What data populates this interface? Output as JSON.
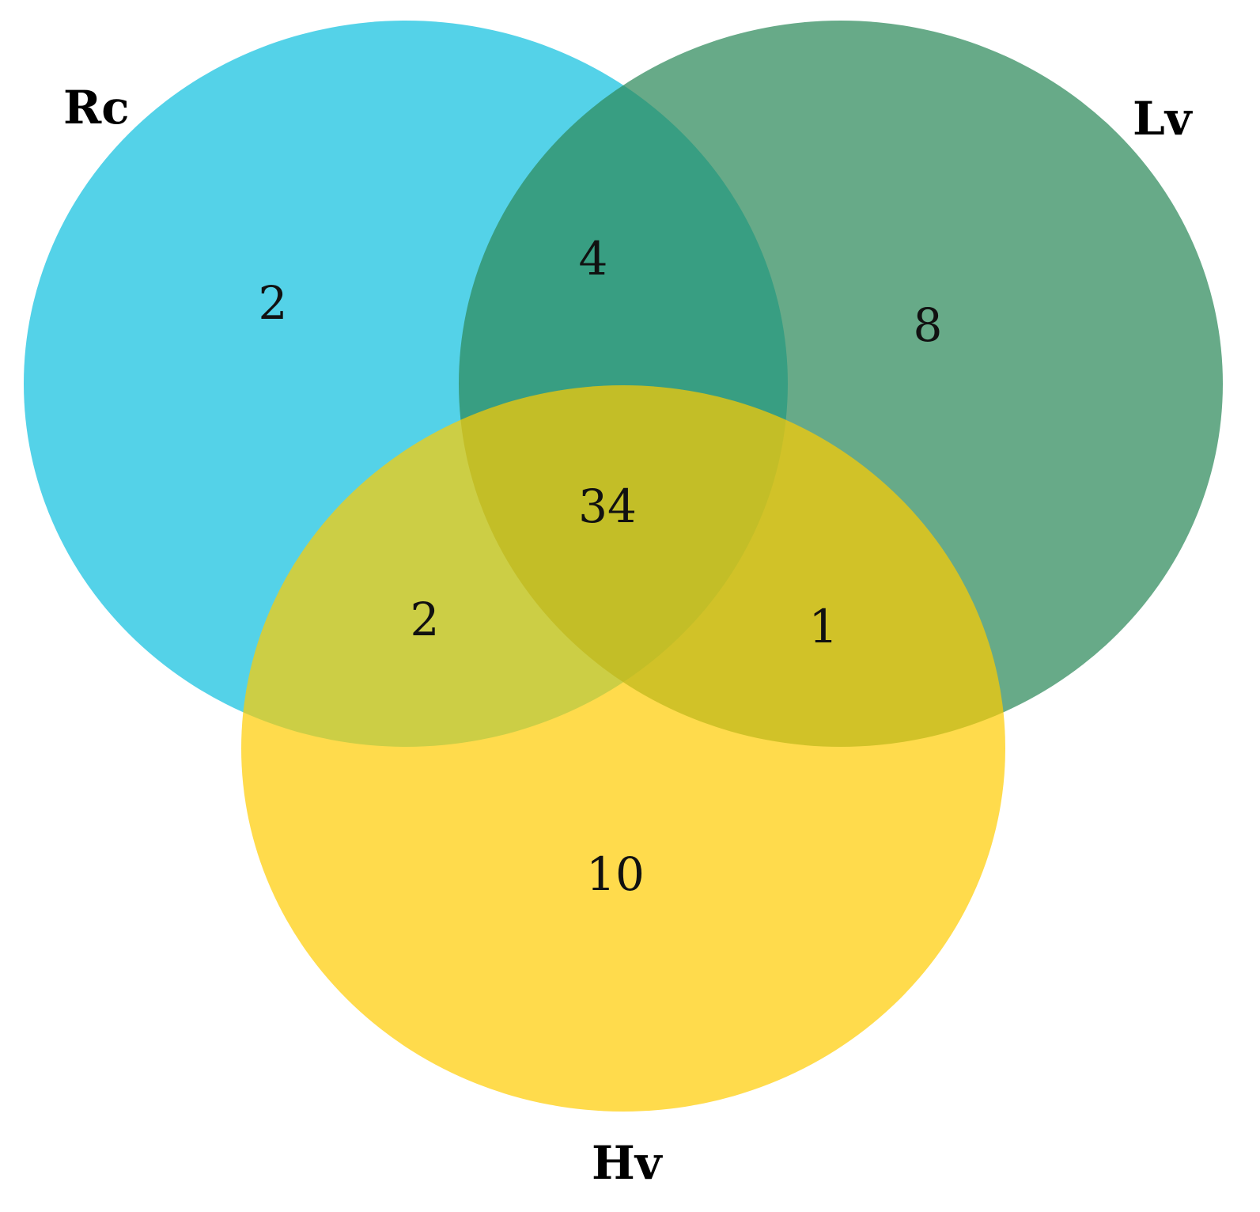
{
  "sets": [
    {
      "id": "rc",
      "label": "Rc",
      "color": "#00bcdc"
    },
    {
      "id": "lv",
      "label": "Lv",
      "color": "#2e8a5c"
    },
    {
      "id": "hv",
      "label": "Hv",
      "color": "#ffcc00"
    }
  ],
  "regions": {
    "rc_only": "2",
    "lv_only": "8",
    "hv_only": "10",
    "rc_lv": "4",
    "rc_hv": "2",
    "lv_hv": "1",
    "rc_lv_hv": "34"
  }
}
